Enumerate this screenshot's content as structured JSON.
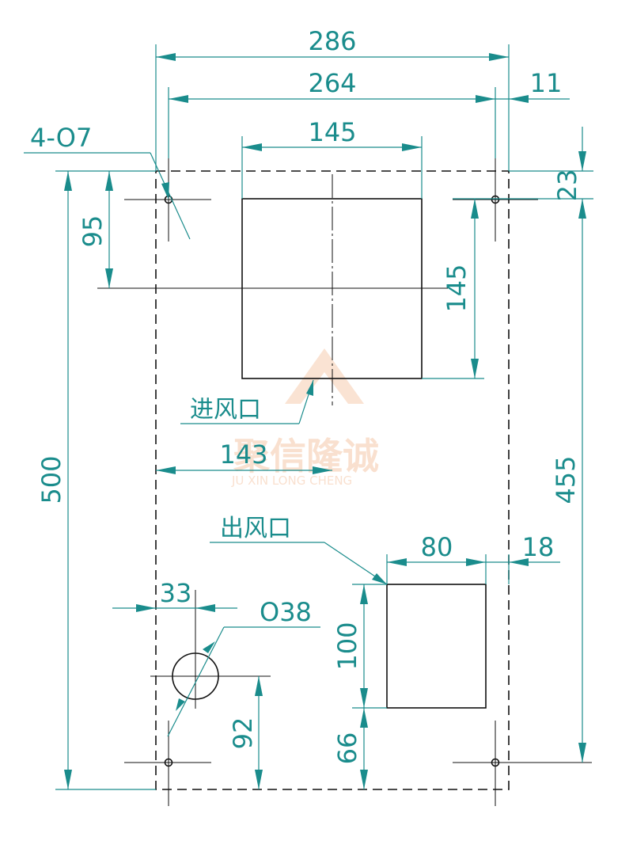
{
  "dimensions": {
    "overall_width": "286",
    "hole_span_width": "264",
    "right_offset_top": "11",
    "inlet_width": "145",
    "hole_spec": "4-O7",
    "inlet_to_top": "95",
    "top_offset": "23",
    "inlet_height": "145",
    "inlet_left_offset": "143",
    "overall_height": "500",
    "hole_span_height": "455",
    "outlet_width": "80",
    "outlet_right_offset": "18",
    "outlet_height": "100",
    "outlet_bottom_offset": "66",
    "round_hole_offset_x": "33",
    "round_hole_diameter": "O38",
    "round_hole_offset_y": "92"
  },
  "labels": {
    "inlet": "进风口",
    "outlet": "出风口"
  },
  "watermark": {
    "name": "聚信隆诚",
    "pinyin": "JU XIN LONG CHENG"
  },
  "colors": {
    "dimension": "#1a8c8c",
    "outline": "#111111",
    "watermark": "#f5c8a8"
  }
}
